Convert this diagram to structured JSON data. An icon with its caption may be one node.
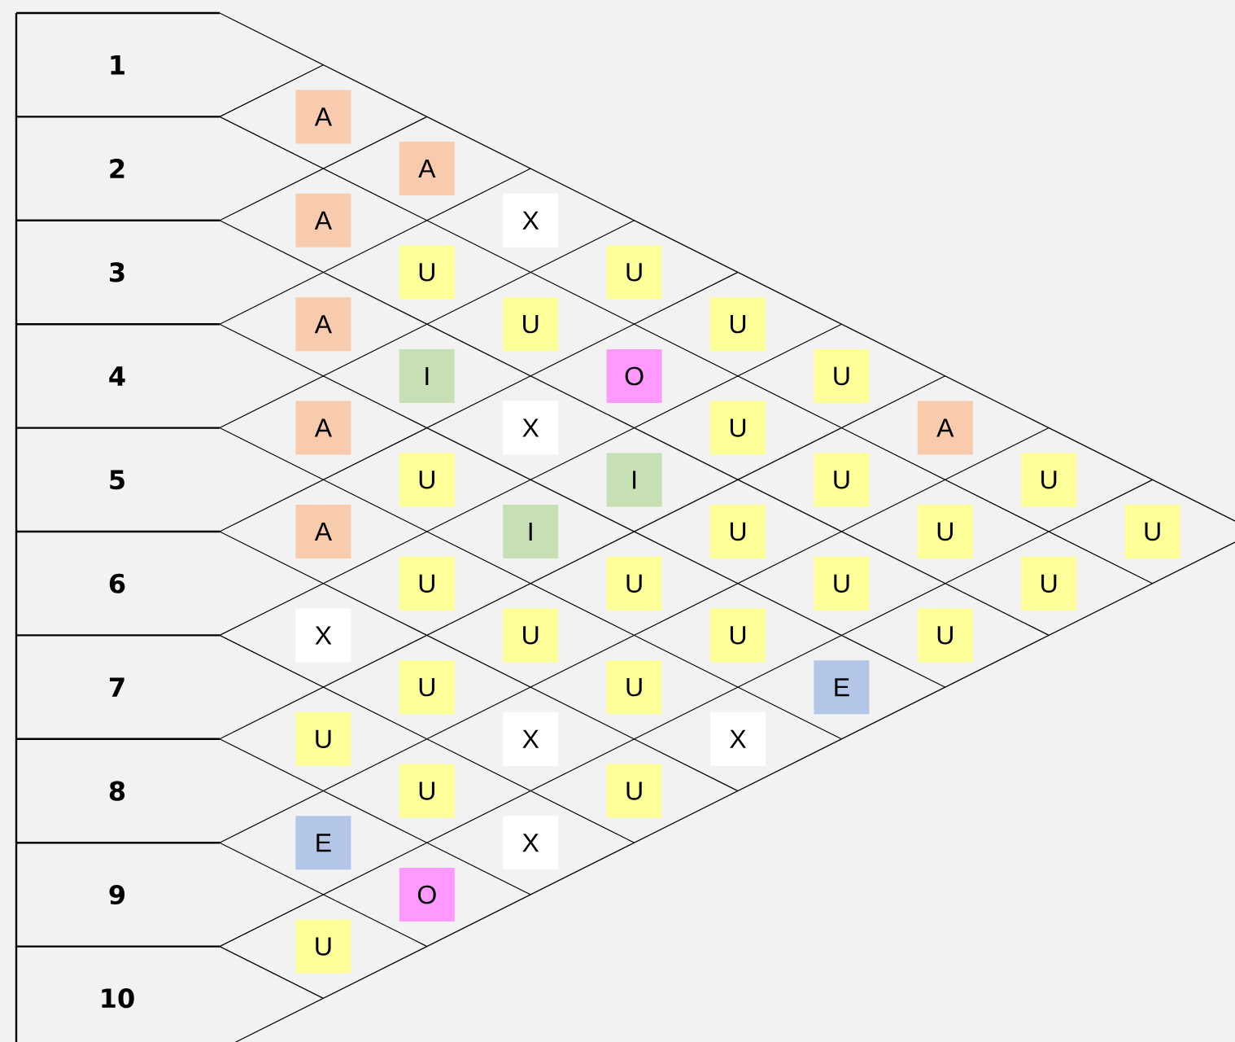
{
  "diagram": {
    "labels": [
      "1",
      "2",
      "3",
      "4",
      "5",
      "6",
      "7",
      "8",
      "9",
      "10",
      "A",
      "A",
      "A",
      "X",
      "U",
      "U",
      "A",
      "U",
      "U",
      "I",
      "O",
      "U",
      "A",
      "X",
      "U",
      "A",
      "U",
      "I",
      "U",
      "U",
      "A",
      "I",
      "U",
      "U",
      "U",
      "U",
      "U",
      "U",
      "U",
      "X",
      "U",
      "U",
      "U",
      "U",
      "U",
      "E",
      "U",
      "X",
      "X",
      "U",
      "U",
      "E",
      "X",
      "O",
      "U"
    ]
  }
}
